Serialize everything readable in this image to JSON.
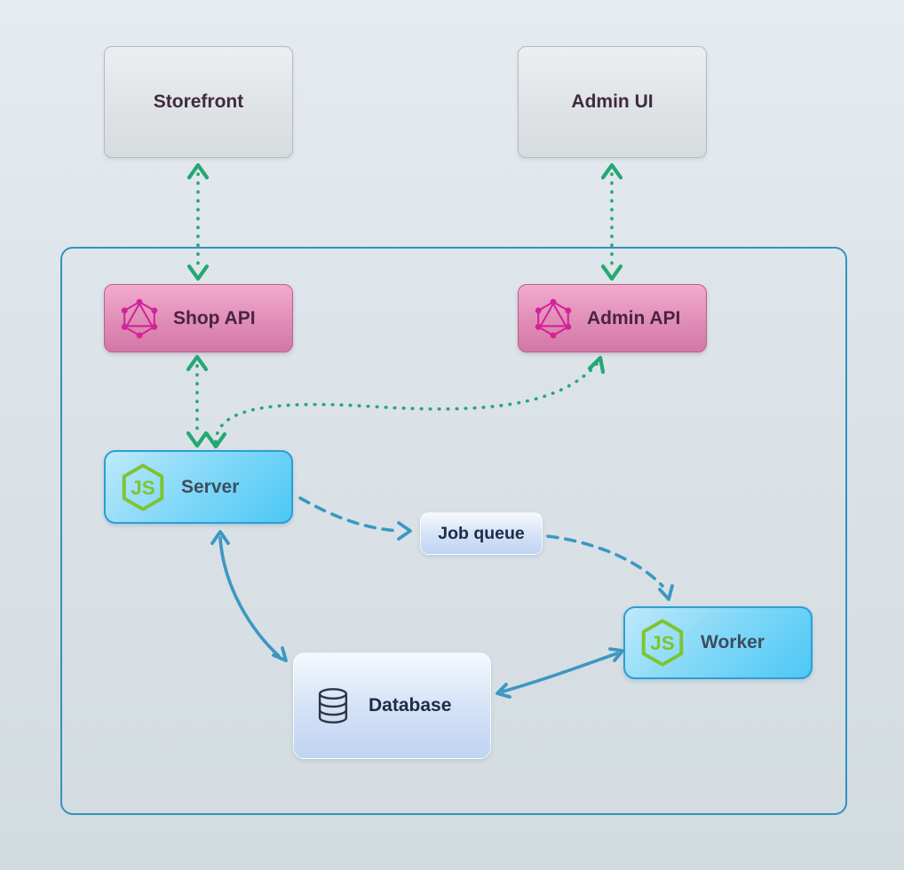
{
  "diagram": {
    "nodes": {
      "storefront": {
        "label": "Storefront",
        "kind": "external-client"
      },
      "admin_ui": {
        "label": "Admin UI",
        "kind": "external-client"
      },
      "shop_api": {
        "label": "Shop API",
        "kind": "graphql-api",
        "icon": "graphql-icon"
      },
      "admin_api": {
        "label": "Admin API",
        "kind": "graphql-api",
        "icon": "graphql-icon"
      },
      "server": {
        "label": "Server",
        "kind": "nodejs-process",
        "icon": "nodejs-icon"
      },
      "job_queue": {
        "label": "Job queue",
        "kind": "queue"
      },
      "worker": {
        "label": "Worker",
        "kind": "nodejs-process",
        "icon": "nodejs-icon"
      },
      "database": {
        "label": "Database",
        "kind": "datastore",
        "icon": "database-icon"
      }
    },
    "edges": [
      {
        "from": "storefront",
        "to": "shop_api",
        "direction": "bidirectional",
        "style": "dotted",
        "color": "#25a873"
      },
      {
        "from": "admin_ui",
        "to": "admin_api",
        "direction": "bidirectional",
        "style": "dotted",
        "color": "#25a873"
      },
      {
        "from": "shop_api",
        "to": "server",
        "direction": "bidirectional",
        "style": "dotted",
        "color": "#25a873"
      },
      {
        "from": "server",
        "to": "admin_api",
        "direction": "bidirectional",
        "style": "dotted",
        "color": "#25a873"
      },
      {
        "from": "server",
        "to": "job_queue",
        "direction": "one-way",
        "style": "dashed",
        "color": "#3b98c1"
      },
      {
        "from": "job_queue",
        "to": "worker",
        "direction": "one-way",
        "style": "dashed",
        "color": "#3b98c1"
      },
      {
        "from": "server",
        "to": "database",
        "direction": "bidirectional",
        "style": "solid",
        "color": "#3b98c1"
      },
      {
        "from": "worker",
        "to": "database",
        "direction": "bidirectional",
        "style": "solid",
        "color": "#3b98c1"
      }
    ],
    "colors": {
      "background_top": "#e6ebf2",
      "background_bottom": "#d2dbe0",
      "container_border": "#3093bf",
      "external_box": "#e3e7ea",
      "external_text": "#3f2b3e",
      "api_box_top": "#f2abce",
      "api_box_bottom": "#d377a6",
      "api_text": "#4b2342",
      "graphql_icon": "#d2239a",
      "nodejs_box_top": "#bfe9fb",
      "nodejs_box_bottom": "#4cc8f5",
      "nodejs_border": "#2d9ed4",
      "nodejs_text": "#3d4d5e",
      "nodejs_icon_green": "#7ec430",
      "lightblue_box_top": "#f5f9fe",
      "lightblue_box_bottom": "#bed3f1",
      "lightblue_text": "#1e2c4a",
      "green_arrow": "#25a873",
      "blue_arrow": "#3b98c1",
      "database_icon": "#2b3648"
    }
  }
}
